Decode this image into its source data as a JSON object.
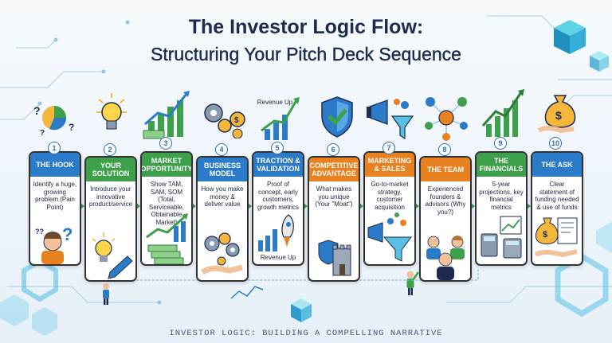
{
  "title": {
    "line1": "The Investor Logic Flow:",
    "line2": "Structuring Your Pitch Deck Sequence"
  },
  "footer": "INVESTOR LOGIC: BUILDING A COMPELLING NARRATIVE",
  "colors": {
    "blue": "#2b7bc9",
    "green": "#3ea04a",
    "orange": "#e8811f",
    "navy": "#1d2b4f"
  },
  "steps": [
    {
      "num": "1",
      "title": "THE HOOK",
      "desc": "Identify a huge, growing problem (Pain Point)",
      "color": "#2b7bc9",
      "icon": "pie-chart-question-icon"
    },
    {
      "num": "2",
      "title": "YOUR SOLUTION",
      "desc": "Introduce your innovative product/service",
      "color": "#3ea04a",
      "icon": "lightbulb-icon"
    },
    {
      "num": "3",
      "title": "MARKET OPPORTUNITY",
      "desc": "Show TAM, SAM, SOM (Total, Serviceable, Obtainable Market)",
      "color": "#3ea04a",
      "icon": "money-growth-icon"
    },
    {
      "num": "4",
      "title": "BUSINESS MODEL",
      "desc": "How you make money & deliver value",
      "color": "#2b7bc9",
      "icon": "gears-coins-icon"
    },
    {
      "num": "5",
      "title": "TRACTION & VALIDATION",
      "desc": "Proof of concept, early customers, growth metrics",
      "color": "#2b7bc9",
      "icon": "revenue-arrow-icon"
    },
    {
      "num": "6",
      "title": "COMPETITIVE ADVANTAGE",
      "desc": "What makes you unique (Your \"Moat\")",
      "color": "#e8811f",
      "icon": "shield-check-icon"
    },
    {
      "num": "7",
      "title": "MARKETING & SALES",
      "desc": "Go-to-market strategy, customer acquisition",
      "color": "#e8811f",
      "icon": "megaphone-funnel-icon"
    },
    {
      "num": "8",
      "title": "THE TEAM",
      "desc": "Experienced founders & advisors (Why you?)",
      "color": "#e8811f",
      "icon": "team-network-icon"
    },
    {
      "num": "9",
      "title": "THE FINANCIALS",
      "desc": "5-year projections, key financial metrics",
      "color": "#3ea04a",
      "icon": "financial-chart-icon"
    },
    {
      "num": "10",
      "title": "THE ASK",
      "desc": "Clear statement of funding needed & use of funds",
      "color": "#2b7bc9",
      "icon": "money-bag-hand-icon"
    }
  ],
  "annotations": {
    "revenue_up_top": "Revenue Up",
    "revenue_up_card": "Revenue Up"
  }
}
